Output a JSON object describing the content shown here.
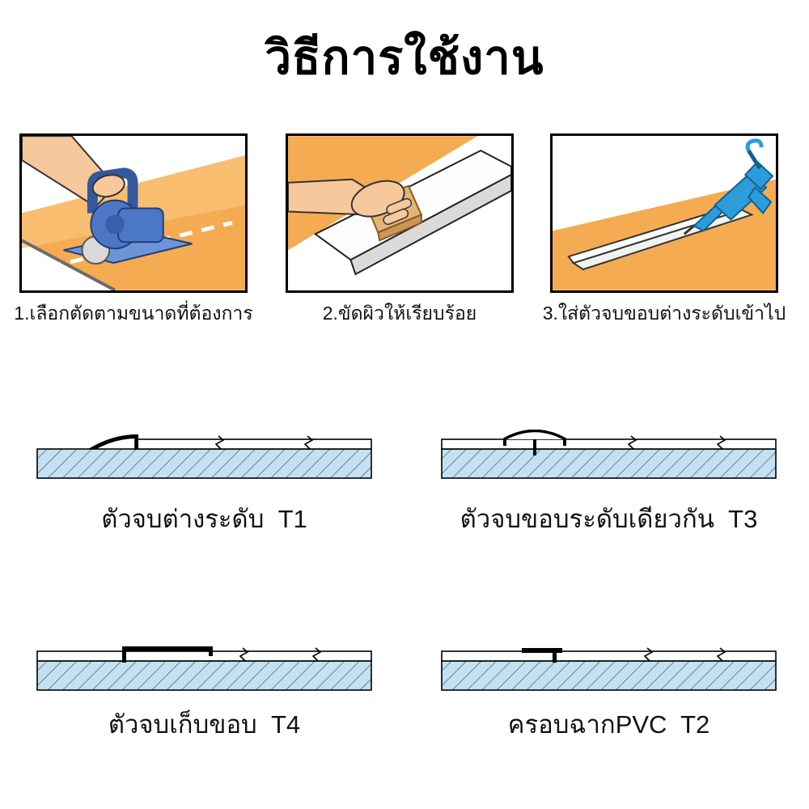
{
  "page": {
    "title": "วิธีการใช้งาน"
  },
  "steps": [
    {
      "caption": "1.เลือกตัดตามขนาดที่ต้องการ"
    },
    {
      "caption": "2.ขัดผิวให้เรียบร้อย"
    },
    {
      "caption": "3.ใส่ตัวจบขอบต่างระดับเข้าไป"
    }
  ],
  "profiles": [
    {
      "label": "ตัวจบต่างระดับ  T1",
      "code": "T1"
    },
    {
      "label": "ตัวจบขอบระดับเดียวกัน  T3",
      "code": "T3"
    },
    {
      "label": "ตัวจบเก็บขอบ  T4",
      "code": "T4"
    },
    {
      "label": "ครอบฉากPVC  T2",
      "code": "T2"
    }
  ],
  "colors": {
    "orange_floor": "#F5AB52",
    "saw_blue": "#4C77C6",
    "gun_blue": "#2D9CDB",
    "skin": "#F7C89C",
    "substrate_blue": "#C2E2F4",
    "outline": "#000000"
  }
}
